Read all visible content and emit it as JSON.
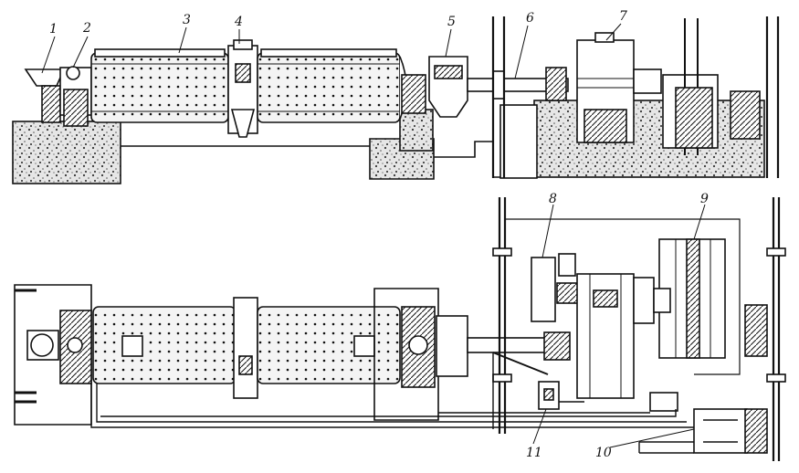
{
  "labels": {
    "l1": "1",
    "l2": "2",
    "l3": "3",
    "l4": "4",
    "l5": "5",
    "l6": "6",
    "l7": "7",
    "l8": "8",
    "l9": "9",
    "l10": "10",
    "l11": "11"
  },
  "colors": {
    "ink": "#111111",
    "paper": "#ffffff",
    "concrete": "#dedede"
  }
}
